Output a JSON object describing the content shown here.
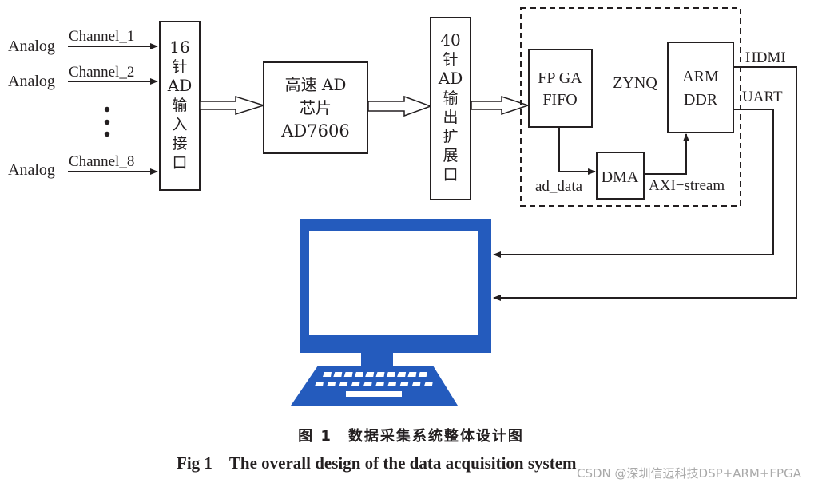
{
  "inputs": [
    {
      "source": "Analog",
      "channel": "Channel_1"
    },
    {
      "source": "Analog",
      "channel": "Channel_2"
    },
    {
      "source": "Analog",
      "channel": "Channel_8"
    }
  ],
  "ellipsis": "⋮",
  "blocks": {
    "ad_input": {
      "lines": [
        "16",
        "针",
        "AD",
        "输",
        "入",
        "接",
        "口"
      ]
    },
    "ad_chip": {
      "lines": [
        "高速 AD",
        "芯片",
        "AD7606"
      ]
    },
    "ad_output": {
      "lines": [
        "40",
        "针",
        "AD",
        "输",
        "出",
        "扩",
        "展",
        "口"
      ]
    },
    "zynq": {
      "label": "ZYNQ"
    },
    "fpga_fifo": {
      "lines": [
        "FP GA",
        "FIFO"
      ]
    },
    "arm_ddr": {
      "lines": [
        "ARM",
        "DDR"
      ]
    },
    "dma": {
      "label": "DMA"
    }
  },
  "signals": {
    "ad_data": "ad_data",
    "axi_stream": "AXI−stream",
    "hdmi": "HDMI",
    "uart": "UART"
  },
  "computer_icon": {
    "color": "#245bbd",
    "label": "computer-icon"
  },
  "caption": {
    "cn": "图 1　数据采集系统整体设计图",
    "en": "Fig 1　The overall design of the data acquisition system"
  },
  "watermark": "CSDN @深圳信迈科技DSP+ARM+FPGA"
}
